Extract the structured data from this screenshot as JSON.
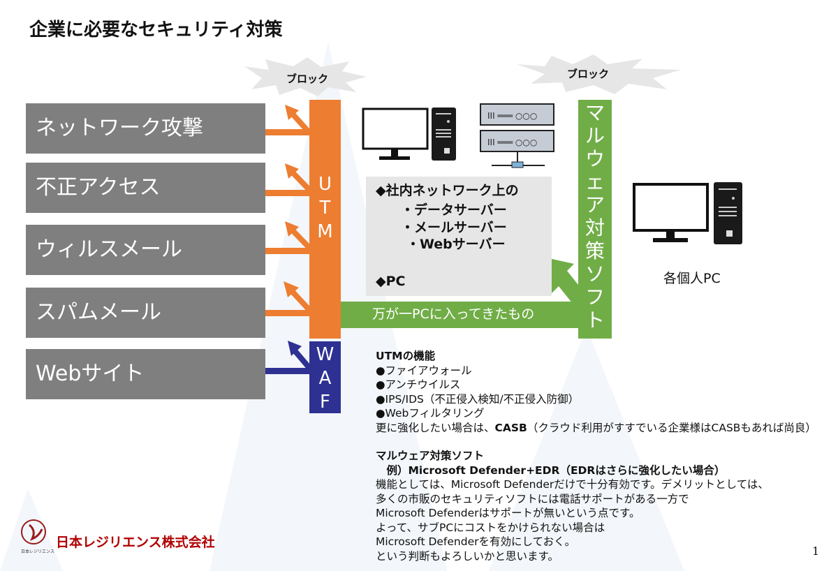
{
  "title": "企業に必要なセキュリティ対策",
  "threats": [
    "ネットワーク攻撃",
    "不正アクセス",
    "ウィルスメール",
    "スパムメール",
    "Webサイト"
  ],
  "block_labels": [
    "ブロック",
    "ブロック"
  ],
  "utm_label": "UTM",
  "utm_letters": [
    "U",
    "T",
    "M"
  ],
  "waf_letters": [
    "W",
    "A",
    "F"
  ],
  "malware_letters": [
    "マ",
    "ル",
    "ウ",
    "ェ",
    "ア",
    "対",
    "策",
    "ソ",
    "フ",
    "ト"
  ],
  "intrusion_label": "万が一PCに入ってきたもの",
  "assets": {
    "heading": "◆社内ネットワーク上の",
    "items": [
      "・データサーバー",
      "・メールサーバー",
      "・Webサーバー"
    ],
    "pc": "◆PC"
  },
  "personal_pc_label": "各個人PC",
  "notes": {
    "utm_heading": "UTMの機能",
    "utm_items": [
      "●ファイアウォール",
      "●アンチウイルス",
      "●IPS/IDS（不正侵入検知/不正侵入防御）",
      "●Webフィルタリング"
    ],
    "casb_prefix": "更に強化したい場合は、",
    "casb_bold": "CASB",
    "casb_suffix": "（クラウド利用がすすでいる企業様はCASBもあれば尚良）",
    "malware_heading": "マルウェア対策ソフト",
    "malware_example": "　例）Microsoft Defender+EDR（EDRはさらに強化したい場合）",
    "malware_lines": [
      "機能としては、Microsoft Defenderだけで十分有効です。デメリットとしては、",
      "多くの市販のセキュリティソフトには電話サポートがある一方で",
      "Microsoft Defenderはサポートが無いという点です。",
      "よって、サブPCにコストをかけられない場合は",
      "Microsoft Defenderを有効にしておく。",
      "という判断もよろしいかと思います。"
    ]
  },
  "company": {
    "name": "日本レジリエンス株式会社",
    "logo_text": "日本レジリエンス"
  },
  "page_number": "1",
  "colors": {
    "threat_box": "#7f7f7f",
    "utm": "#ed7d31",
    "waf": "#2e3192",
    "malware": "#70ad47",
    "asset_box": "#e7e6e6",
    "company": "#b00000"
  }
}
